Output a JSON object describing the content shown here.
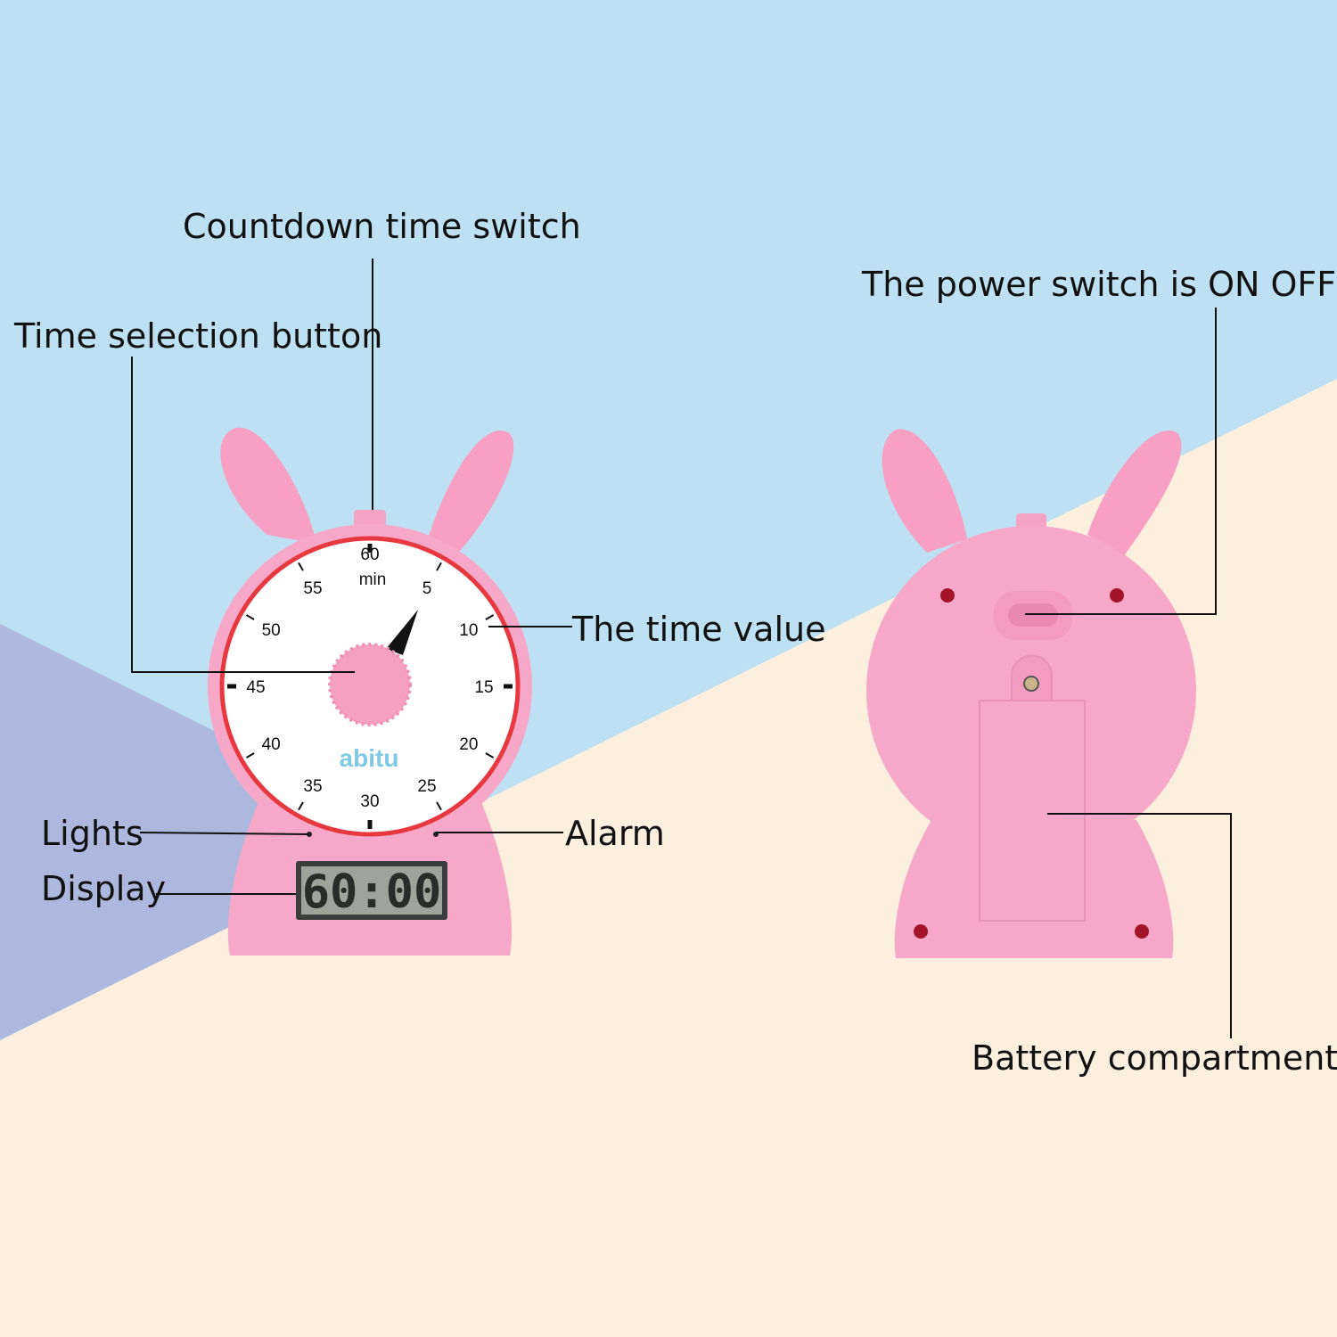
{
  "colors": {
    "sky": "#bde1f3",
    "cream": "#fdefde",
    "lavender": "#adb8df",
    "pink": "#f7a8c9",
    "pink_dark": "#ef8fb6",
    "ring": "#e8383f",
    "lcd": "#3a3d3c"
  },
  "labels": {
    "countdown_switch": "Countdown time switch",
    "time_selection": "Time selection button",
    "time_value": "The time value",
    "lights": "Lights",
    "display": "Display",
    "alarm": "Alarm",
    "power_switch": "The power switch is ON OFF",
    "battery": "Battery compartments"
  },
  "dial": {
    "numbers": [
      "60",
      "5",
      "10",
      "15",
      "20",
      "25",
      "30",
      "35",
      "40",
      "45",
      "50",
      "55"
    ],
    "unit": "min",
    "brand": "abitu",
    "pointer_minutes": 8
  },
  "lcd": {
    "time": "60:00"
  }
}
